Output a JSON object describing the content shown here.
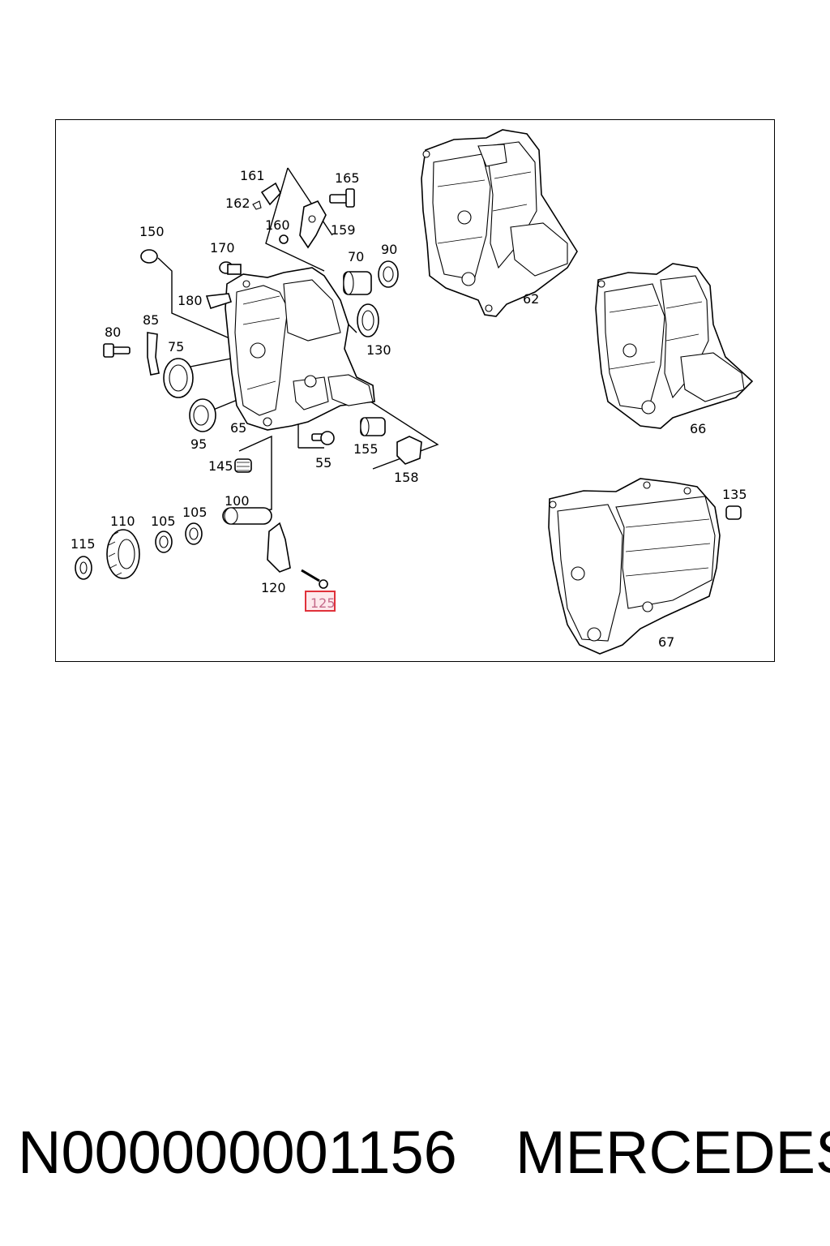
{
  "diagram": {
    "part_labels": {
      "p161": "161",
      "p162": "162",
      "p165": "165",
      "p160": "160",
      "p159": "159",
      "p150": "150",
      "p170": "170",
      "p70": "70",
      "p90": "90",
      "p62": "62",
      "p180": "180",
      "p80": "80",
      "p85": "85",
      "p75": "75",
      "p130": "130",
      "p66": "66",
      "p65": "65",
      "p95": "95",
      "p155": "155",
      "p55": "55",
      "p145": "145",
      "p158": "158",
      "p135": "135",
      "p100": "100",
      "p110": "110",
      "p105a": "105",
      "p105b": "105",
      "p115": "115",
      "p120": "120",
      "p125": "125",
      "p67": "67"
    },
    "highlighted_part": "125",
    "highlight_color": "#e0313a"
  },
  "footer": {
    "part_number": "N000000001156",
    "brand": "MERCEDES"
  }
}
